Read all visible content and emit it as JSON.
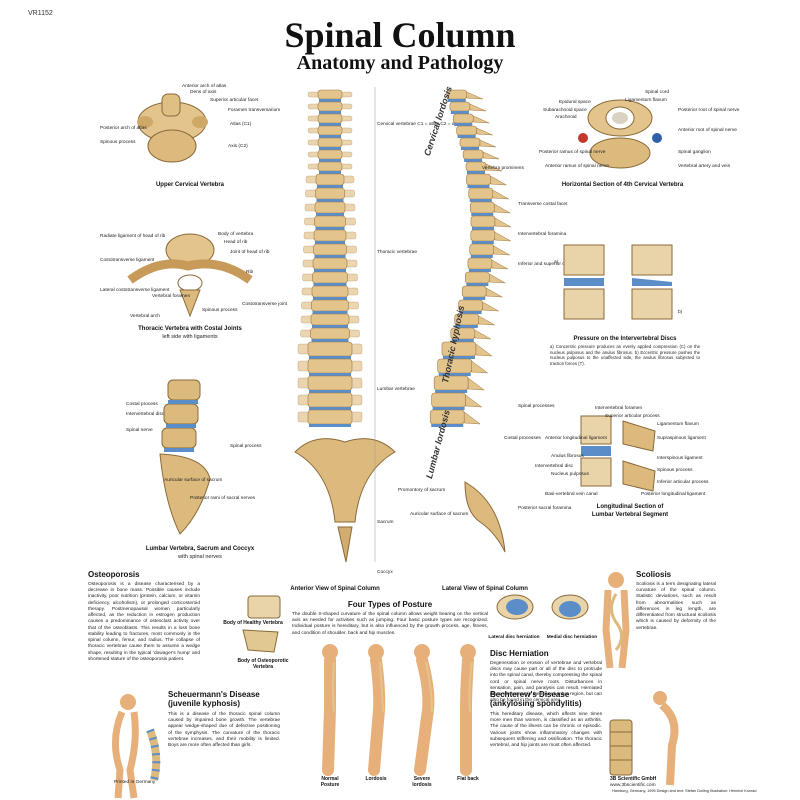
{
  "header": {
    "code": "VR1152",
    "title": "Spinal Column",
    "subtitle": "Anatomy and Pathology"
  },
  "upper_cervical": {
    "caption": "Upper Cervical Vertebra",
    "labels": [
      "Anterior arch of atlas",
      "Dens of axis",
      "Superior articular facet",
      "Foramen transversarium",
      "Atlas (C1)",
      "Posterior arch of atlas",
      "Spinous process",
      "Axis (C2)"
    ]
  },
  "thoracic_costal": {
    "caption": "Thoracic Vertebra with Costal Joints",
    "sub": "left side with ligaments",
    "labels": [
      "Radiate ligament of head of rib",
      "Body of vertebra",
      "Head of rib",
      "Joint of head of rib",
      "Costotransverse ligament",
      "Rib",
      "Lateral costotransverse ligament",
      "Vertebral foramen",
      "Spinous process",
      "Costotransverse joint",
      "Vertebral arch"
    ]
  },
  "lumbar": {
    "caption": "Lumbar Vertebra, Sacrum and Coccyx",
    "sub": "with spinal nerves",
    "labels": [
      "Costal process",
      "Intervertebral disc",
      "Spinal nerve",
      "Spinal process",
      "Auricular surface of sacrum",
      "Posterior rami of sacral nerves"
    ]
  },
  "anterior": {
    "caption": "Anterior View of Spinal Column",
    "labels": [
      "Cervical vertebrae C1 = atlas C2 = axis",
      "Thoracic vertebrae",
      "Lumbar vertebrae",
      "Sacrum",
      "Coccyx"
    ]
  },
  "lateral": {
    "caption": "Lateral View of Spinal Column",
    "curves": [
      "Cervical lordosis",
      "Thoracic kyphosis",
      "Lumbar lordosis"
    ],
    "labels": [
      "Vertebra prominens",
      "Transverse costal facet",
      "Intervertebral foramina",
      "Inferior and superior costal facets",
      "Spinal processes",
      "Costal processes",
      "Promontory of sacrum",
      "Auricular surface of sacrum",
      "Posterior sacral foramina"
    ]
  },
  "horizontal_section": {
    "caption": "Horizontal Section of 4th Cervical Vertebra",
    "labels": [
      "Spinal cord",
      "Ligamentum flavum",
      "Epidural space",
      "Subarachnoid space",
      "Arachnoid",
      "Posterior root of spinal nerve",
      "Anterior root of spinal nerve",
      "Posterior ramus of spinal nerve",
      "Anterior ramus of spinal nerve",
      "Spinal ganglion",
      "Vertebral artery and vein"
    ]
  },
  "pressure": {
    "caption": "Pressure on the Intervertebral Discs",
    "tag_a": "a)",
    "tag_b": "b)",
    "text": "a) Concentric pressure produces an evenly applied compression (C) on the nucleus pulposus and the anulus fibrosus. b) Eccentric pressure pushes the nucleus pulposus to the unaffected side, the anulus fibrosus subjected to traction forces (T)."
  },
  "longitudinal": {
    "caption": "Longitudinal Section of",
    "caption2": "Lumbar Vertebral Segment",
    "labels": [
      "Intervertebral foramen",
      "Superior articular process",
      "Ligamentum flavum",
      "Anterior longitudinal ligament",
      "Anulus fibrosus",
      "Intervertebral disc",
      "Nucleus pulposus",
      "Basi-vertebral vein canal",
      "Supraspinous ligament",
      "Interspinous ligament",
      "Spinous process",
      "Inferior articular process",
      "Posterior longitudinal ligament"
    ]
  },
  "osteoporosis": {
    "title": "Osteoporosis",
    "text": "Osteoporosis is a disease characterised by a decrease in bone mass. Possible causes include inactivity, poor nutrition (protein, calcium, or vitamin deficiency, alcoholism), or prolonged corticosteroid therapy. Postmenopausal women particularly affected, as the reduction in estrogen production causes a predominance of osteoclast activity over that of the osteoblasts. This results in a loss bone stability leading to fractures, most commonly in the spinal column, femur, and radius. The collapse of thoracic vertebrae cause them to assume a wedge shape, resulting in the typical 'dowager's hump' and shortened stature of the osteoporosis patient.",
    "healthy": "Body of Healthy Vertebra",
    "osteo": "Body of Osteoporotic Vertebra"
  },
  "scheuermann": {
    "title": "Scheuermann's Disease",
    "title2": "(juvenile kyphosis)",
    "text": "This is a disease of the thoracic spinal column caused by impaired bone growth. The vertebrae appear wedge-shaped due of defective positioning of the symphysis. The curvature of the thoracic vertebrae increases, and their mobility is limited. Boys are more often affected than girls."
  },
  "printed": "Printed in Germany",
  "posture": {
    "title": "Four Types of Posture",
    "text": "The double S-shaped curvature of the spinal column allows weight bearing on the vertical axis as needed for activities such as jumping. Four basic posture types are recognized. Individual posture is hereditary, but is also influenced by the growth process, age, fitness, and condition of shoulder, back and hip muscles.",
    "types": [
      "Normal Posture",
      "Lordosis",
      "Severe lordosis",
      "Flat back"
    ]
  },
  "herniation": {
    "lateral": "Lateral disc herniation",
    "medial": "Medial disc herniation",
    "title": "Disc Herniation",
    "text": "Degeneration or erosion of vertebrae and vertebral discs may cause part or all of the disc to protrude into the spinal canal, thereby compressing the spinal cord or spinal nerve roots. Disturbances in sensation, pain, and paralysis can result. Herniated discs often occur in the lower lumbar region, but can also be found in the cervical area."
  },
  "scoliosis": {
    "title": "Scoliosis",
    "text": "Scoliosis is a term designating lateral curvature of the spinal column. Statistic deviations, such as result from abnormalities such as differences in leg length, are differentiated from structural scoliosis which is caused by deformity of the vertebrae."
  },
  "bechterew": {
    "title": "Bechterew's Disease",
    "title2": "(ankylosing spondylitis)",
    "text": "This hereditary disease, which affects nine times more men than women, is classified as an arthritis. The cause of the illness can be chronic or episodic. Various joints show inflammatory changes with subsequent stiffening and ossification. The thoracic vertebral, and hip joints are most often affected."
  },
  "footer": {
    "brand": "3B Scientific GmbH",
    "web": "www.3bscientific.com",
    "credits": "Hamburg, Germany, 1995 Design and text: Stefan Dolling Illustration: Heinrich Konrad"
  },
  "colors": {
    "bone": "#e3c48c",
    "bone_dark": "#a07840",
    "disc": "#5b8ec9",
    "skin": "#e7b07a"
  }
}
